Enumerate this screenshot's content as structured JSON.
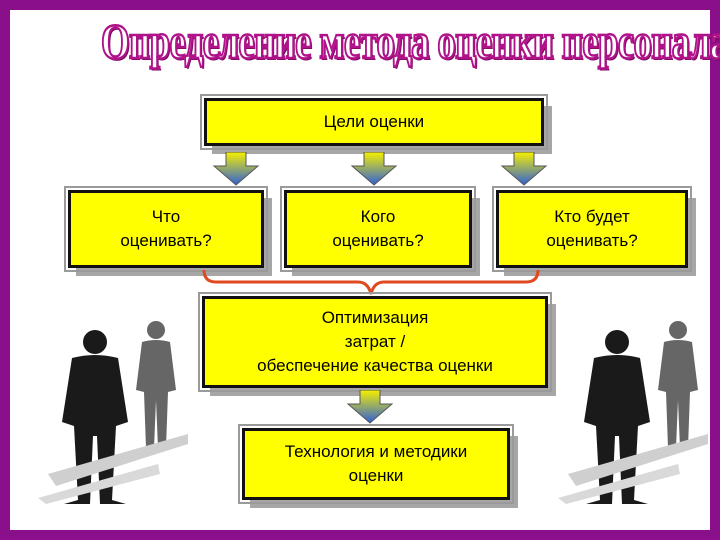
{
  "title": "Определение метода оценки персонала",
  "boxes": {
    "goals": "Цели оценки",
    "what": [
      "Что",
      "оценивать?"
    ],
    "whom": [
      "Кого",
      "оценивать?"
    ],
    "who": [
      "Кто будет",
      "оценивать?"
    ],
    "optimization": [
      "Оптимизация",
      "затрат /",
      "обеспечение качества оценки"
    ],
    "technology": [
      "Технология и методики",
      "оценки"
    ]
  },
  "colors": {
    "box_fill": "#ffff00",
    "title_stroke": "#b0128a",
    "frame": "#8a0f8a",
    "brace": "#e04a20"
  }
}
